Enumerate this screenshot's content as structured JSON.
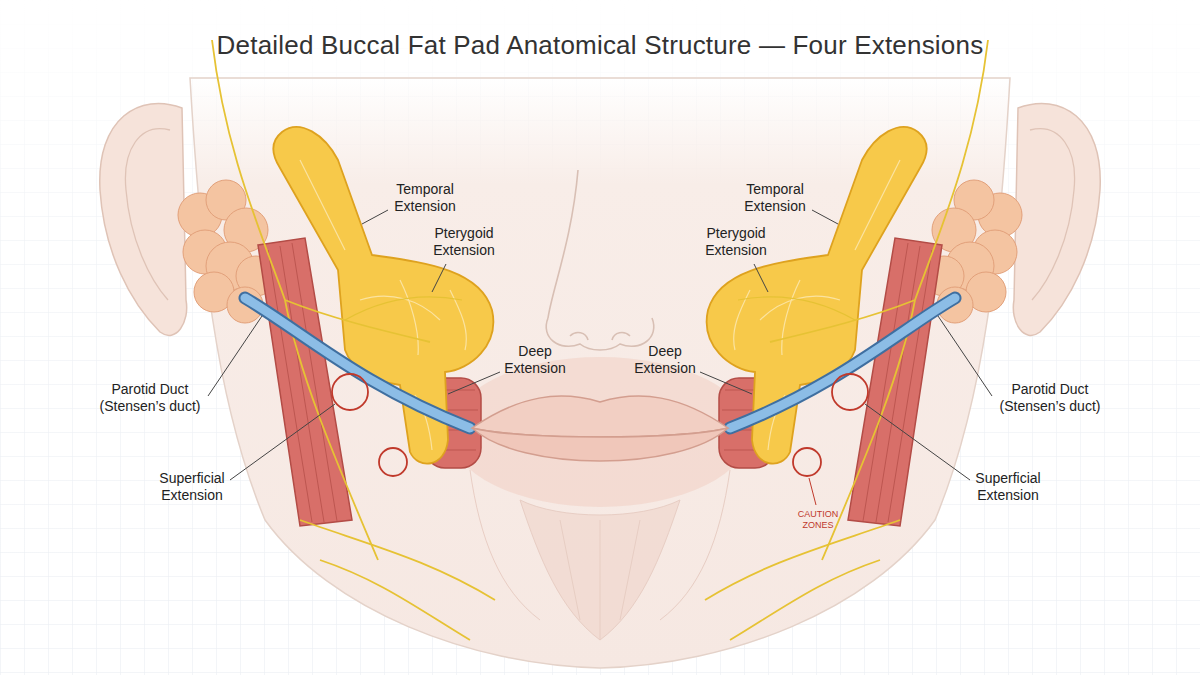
{
  "diagram": {
    "title": "Detailed Buccal Fat Pad Anatomical Structure — Four Extensions",
    "labels": [
      "Temporal Extension",
      "Temporal Extension",
      "Pterygoid Extension",
      "Pterygoid Extension",
      "Deep Extension",
      "Deep Extension",
      "Parotid Duct (Stensen’s duct)",
      "Parotid Duct (Stensen’s duct)",
      "Superficial Extension",
      "Superficial Extension",
      "CAUTION ZONES"
    ]
  }
}
